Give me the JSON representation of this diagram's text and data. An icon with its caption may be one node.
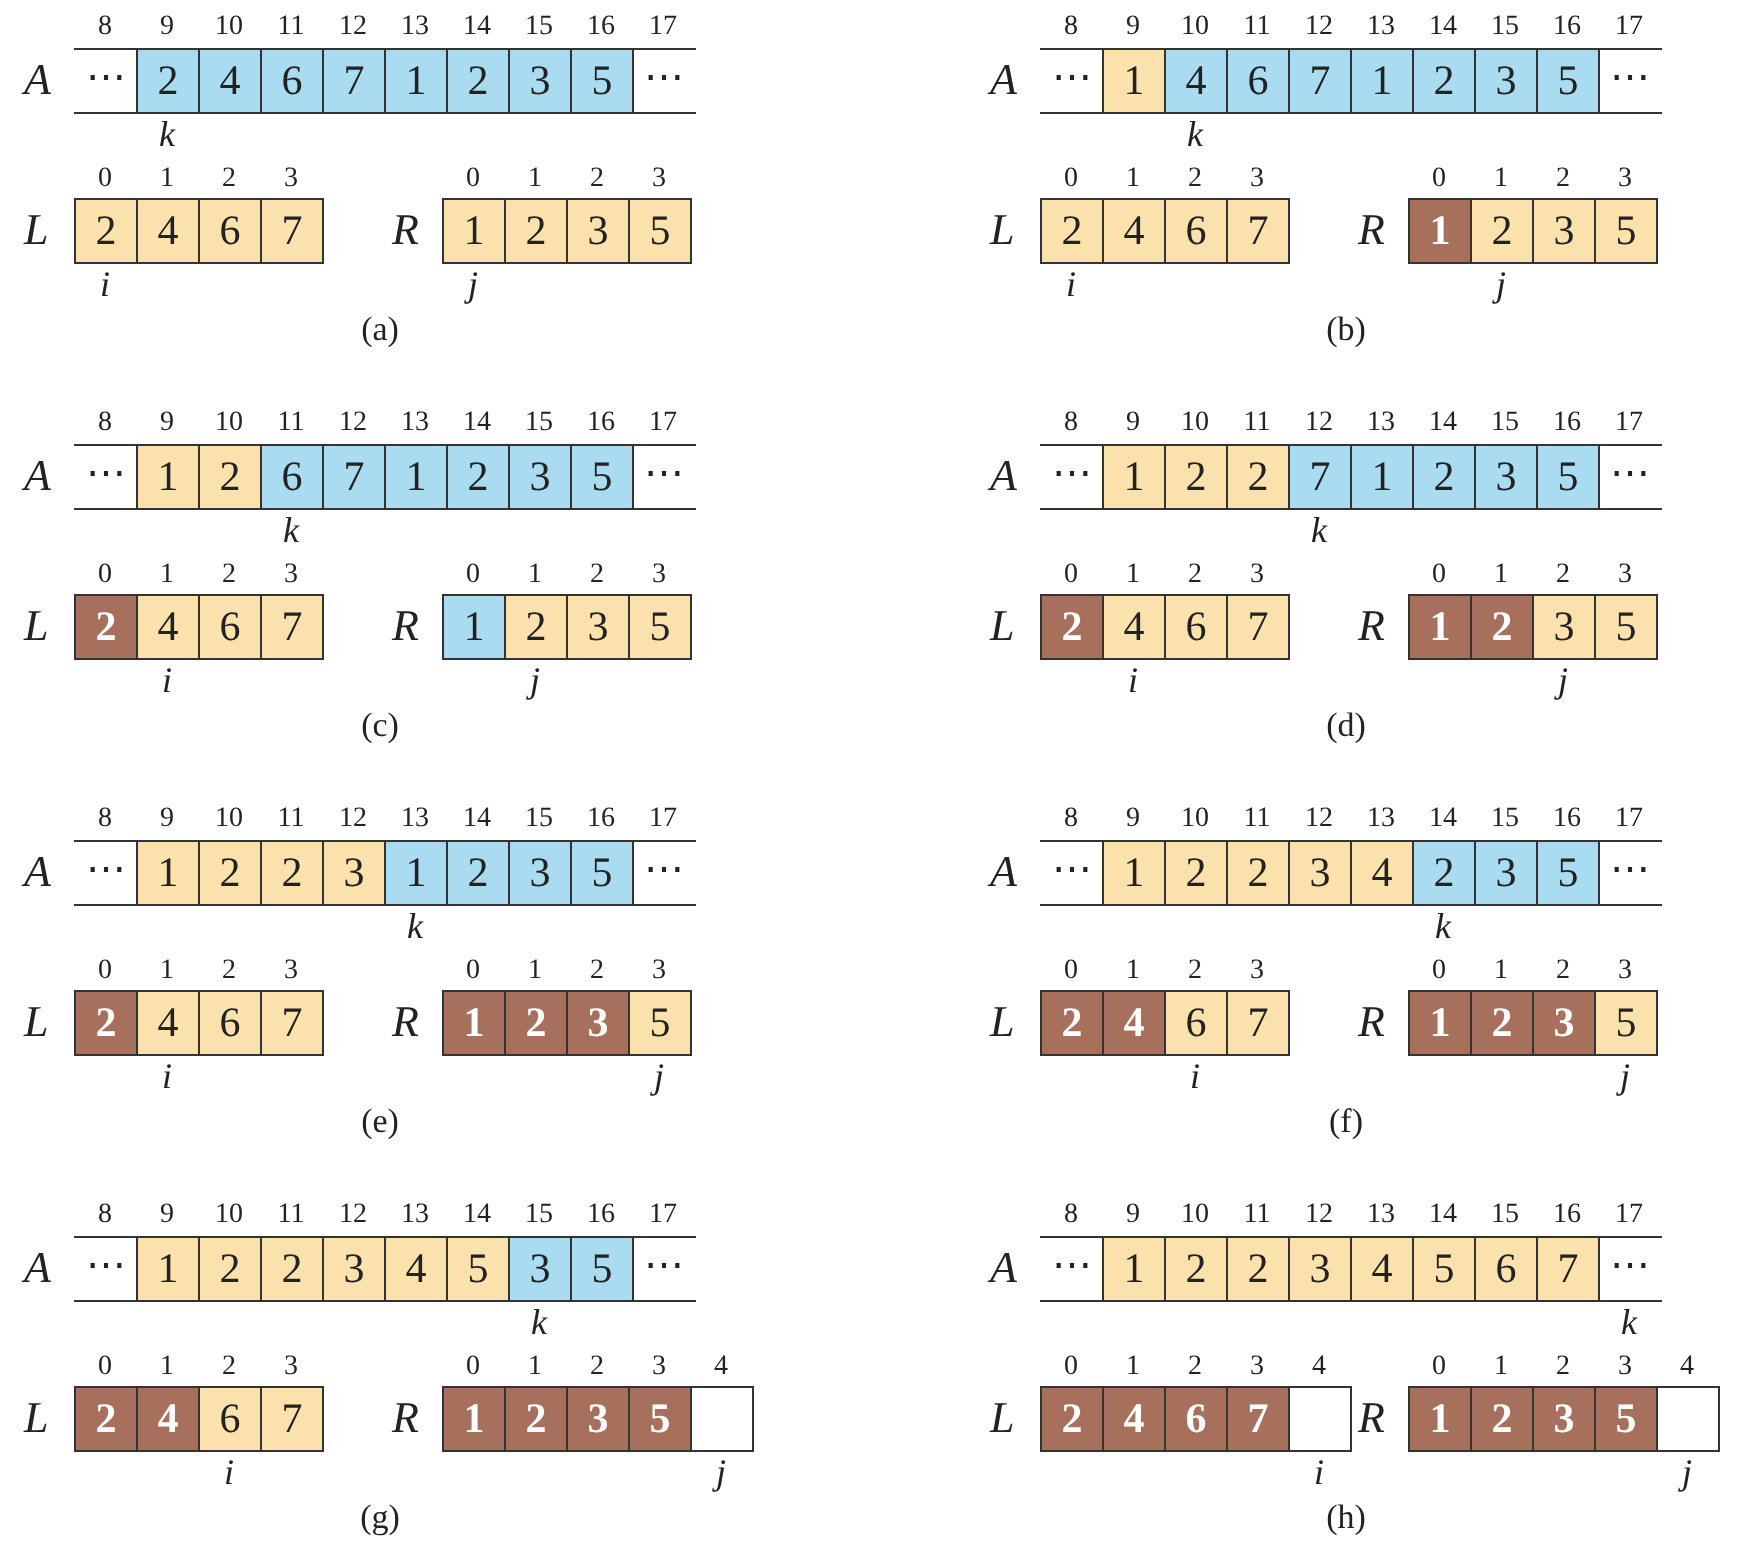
{
  "diagram": {
    "nodes": [
      {
        "text": [
          "⋯"
        ]
      },
      {
        "text": [
          "2"
        ]
      },
      {
        "text": [
          "4"
        ]
      },
      {
        "text": [
          "6"
        ]
      },
      {
        "text": [
          "7"
        ]
      },
      {
        "text": [
          "1"
        ]
      },
      {
        "text": [
          "2"
        ]
      },
      {
        "text": [
          "3"
        ]
      },
      {
        "text": [
          "5"
        ]
      },
      {
        "text": [
          "⋯"
        ]
      },
      {
        "text": [
          "2"
        ]
      },
      {
        "text": [
          "4"
        ]
      },
      {
        "text": [
          "6"
        ]
      },
      {
        "text": [
          "7"
        ]
      },
      {
        "text": [
          "1"
        ]
      },
      {
        "text": [
          "2"
        ]
      },
      {
        "text": [
          "3"
        ]
      },
      {
        "text": [
          "5"
        ]
      },
      {
        "text": [
          "⋯"
        ]
      },
      {
        "text": [
          "1"
        ]
      },
      {
        "text": [
          "4"
        ]
      },
      {
        "text": [
          "6"
        ]
      },
      {
        "text": [
          "7"
        ]
      },
      {
        "text": [
          "1"
        ]
      },
      {
        "text": [
          "2"
        ]
      },
      {
        "text": [
          "3"
        ]
      },
      {
        "text": [
          "5"
        ]
      },
      {
        "text": [
          "⋯"
        ]
      },
      {
        "text": [
          "2"
        ]
      },
      {
        "text": [
          "4"
        ]
      },
      {
        "text": [
          "6"
        ]
      },
      {
        "text": [
          "7"
        ]
      },
      {
        "text": [
          "1"
        ]
      },
      {
        "text": [
          "2"
        ]
      },
      {
        "text": [
          "3"
        ]
      },
      {
        "text": [
          "5"
        ]
      },
      {
        "text": [
          "⋯"
        ]
      },
      {
        "text": [
          "1"
        ]
      },
      {
        "text": [
          "2"
        ]
      },
      {
        "text": [
          "6"
        ]
      },
      {
        "text": [
          "7"
        ]
      },
      {
        "text": [
          "1"
        ]
      },
      {
        "text": [
          "2"
        ]
      },
      {
        "text": [
          "3"
        ]
      },
      {
        "text": [
          "5"
        ]
      },
      {
        "text": [
          "⋯"
        ]
      },
      {
        "text": [
          "2"
        ]
      },
      {
        "text": [
          "4"
        ]
      },
      {
        "text": [
          "6"
        ]
      },
      {
        "text": [
          "7"
        ]
      },
      {
        "text": [
          "1"
        ]
      },
      {
        "text": [
          "2"
        ]
      },
      {
        "text": [
          "3"
        ]
      },
      {
        "text": [
          "5"
        ]
      },
      {
        "text": [
          "⋯"
        ]
      },
      {
        "text": [
          "1"
        ]
      },
      {
        "text": [
          "2"
        ]
      },
      {
        "text": [
          "2"
        ]
      },
      {
        "text": [
          "7"
        ]
      },
      {
        "text": [
          "1"
        ]
      },
      {
        "text": [
          "2"
        ]
      },
      {
        "text": [
          "3"
        ]
      },
      {
        "text": [
          "5"
        ]
      },
      {
        "text": [
          "⋯"
        ]
      },
      {
        "text": [
          "2"
        ]
      },
      {
        "text": [
          "4"
        ]
      },
      {
        "text": [
          "6"
        ]
      },
      {
        "text": [
          "7"
        ]
      },
      {
        "text": [
          "1"
        ]
      },
      {
        "text": [
          "2"
        ]
      },
      {
        "text": [
          "3"
        ]
      },
      {
        "text": [
          "5"
        ]
      },
      {
        "text": [
          "⋯"
        ]
      },
      {
        "text": [
          "1"
        ]
      },
      {
        "text": [
          "2"
        ]
      },
      {
        "text": [
          "2"
        ]
      },
      {
        "text": [
          "3"
        ]
      },
      {
        "text": [
          "1"
        ]
      },
      {
        "text": [
          "2"
        ]
      },
      {
        "text": [
          "3"
        ]
      },
      {
        "text": [
          "5"
        ]
      },
      {
        "text": [
          "⋯"
        ]
      },
      {
        "text": [
          "2"
        ]
      },
      {
        "text": [
          "4"
        ]
      },
      {
        "text": [
          "6"
        ]
      },
      {
        "text": [
          "7"
        ]
      },
      {
        "text": [
          "1"
        ]
      },
      {
        "text": [
          "2"
        ]
      },
      {
        "text": [
          "3"
        ]
      },
      {
        "text": [
          "5"
        ]
      },
      {
        "text": [
          "⋯"
        ]
      },
      {
        "text": [
          "1"
        ]
      },
      {
        "text": [
          "2"
        ]
      },
      {
        "text": [
          "2"
        ]
      },
      {
        "text": [
          "3"
        ]
      },
      {
        "text": [
          "4"
        ]
      },
      {
        "text": [
          "2"
        ]
      },
      {
        "text": [
          "3"
        ]
      },
      {
        "text": [
          "5"
        ]
      },
      {
        "text": [
          "⋯"
        ]
      },
      {
        "text": [
          "2"
        ]
      },
      {
        "text": [
          "4"
        ]
      },
      {
        "text": [
          "6"
        ]
      },
      {
        "text": [
          "7"
        ]
      },
      {
        "text": [
          "1"
        ]
      },
      {
        "text": [
          "2"
        ]
      },
      {
        "text": [
          "3"
        ]
      },
      {
        "text": [
          "5"
        ]
      },
      {
        "text": [
          "⋯"
        ]
      },
      {
        "text": [
          "1"
        ]
      },
      {
        "text": [
          "2"
        ]
      },
      {
        "text": [
          "2"
        ]
      },
      {
        "text": [
          "3"
        ]
      },
      {
        "text": [
          "4"
        ]
      },
      {
        "text": [
          "5"
        ]
      },
      {
        "text": [
          "3"
        ]
      },
      {
        "text": [
          "5"
        ]
      },
      {
        "text": [
          "⋯"
        ]
      },
      {
        "text": [
          "2"
        ]
      },
      {
        "text": [
          "4"
        ]
      },
      {
        "text": [
          "6"
        ]
      },
      {
        "text": [
          "7"
        ]
      },
      {
        "text": [
          "1"
        ]
      },
      {
        "text": [
          "2"
        ]
      },
      {
        "text": [
          "3"
        ]
      },
      {
        "text": [
          "5"
        ]
      },
      {
        "text": [],
        "shape": "box"
      },
      {
        "text": [
          "⋯"
        ]
      },
      {
        "text": [
          "1"
        ]
      },
      {
        "text": [
          "2"
        ]
      },
      {
        "text": [
          "2"
        ]
      },
      {
        "text": [
          "3"
        ]
      },
      {
        "text": [
          "4"
        ]
      },
      {
        "text": [
          "5"
        ]
      },
      {
        "text": [
          "6"
        ]
      },
      {
        "text": [
          "7"
        ]
      },
      {
        "text": [
          "⋯"
        ]
      },
      {
        "text": [
          "2"
        ]
      },
      {
        "text": [
          "4"
        ]
      },
      {
        "text": [
          "6"
        ]
      },
      {
        "text": [
          "7"
        ]
      },
      {
        "text": [],
        "shape": "box"
      },
      {
        "text": [
          "1"
        ]
      },
      {
        "text": [
          "2"
        ]
      },
      {
        "text": [
          "3"
        ]
      },
      {
        "text": [
          "5"
        ]
      },
      {
        "text": [],
        "shape": "box"
      }
    ],
    "edges": [],
    "labels": [
      "8",
      "9",
      "10",
      "11",
      "12",
      "13",
      "14",
      "15",
      "16",
      "17",
      "A",
      "k",
      "0",
      "1",
      "2",
      "3",
      "0",
      "1",
      "2",
      "3",
      "L",
      "R",
      "i",
      "j",
      "(a)",
      "8",
      "9",
      "10",
      "11",
      "12",
      "13",
      "14",
      "15",
      "16",
      "17",
      "A",
      "k",
      "0",
      "1",
      "2",
      "3",
      "0",
      "1",
      "2",
      "3",
      "L",
      "R",
      "i",
      "j",
      "(b)",
      "8",
      "9",
      "10",
      "11",
      "12",
      "13",
      "14",
      "15",
      "16",
      "17",
      "A",
      "k",
      "0",
      "1",
      "2",
      "3",
      "0",
      "1",
      "2",
      "3",
      "L",
      "R",
      "i",
      "j",
      "(c)",
      "8",
      "9",
      "10",
      "11",
      "12",
      "13",
      "14",
      "15",
      "16",
      "17",
      "A",
      "k",
      "0",
      "1",
      "2",
      "3",
      "0",
      "1",
      "2",
      "3",
      "L",
      "R",
      "i",
      "j",
      "(d)",
      "8",
      "9",
      "10",
      "11",
      "12",
      "13",
      "14",
      "15",
      "16",
      "17",
      "A",
      "k",
      "0",
      "1",
      "2",
      "3",
      "0",
      "1",
      "2",
      "3",
      "L",
      "R",
      "i",
      "j",
      "(e)",
      "8",
      "9",
      "10",
      "11",
      "12",
      "13",
      "14",
      "15",
      "16",
      "17",
      "A",
      "k",
      "0",
      "1",
      "2",
      "3",
      "0",
      "1",
      "2",
      "3",
      "L",
      "R",
      "i",
      "j",
      "(f)",
      "8",
      "9",
      "10",
      "11",
      "12",
      "13",
      "14",
      "15",
      "16",
      "17",
      "A",
      "k",
      "0",
      "1",
      "2",
      "3",
      "0",
      "1",
      "2",
      "3",
      "4",
      "L",
      "R",
      "i",
      "j",
      "(g)",
      "8",
      "9",
      "10",
      "11",
      "12",
      "13",
      "14",
      "15",
      "16",
      "17",
      "A",
      "k",
      "0",
      "1",
      "2",
      "3",
      "4",
      "0",
      "1",
      "2",
      "3",
      "4",
      "L",
      "R",
      "i",
      "j",
      "(h)"
    ]
  }
}
